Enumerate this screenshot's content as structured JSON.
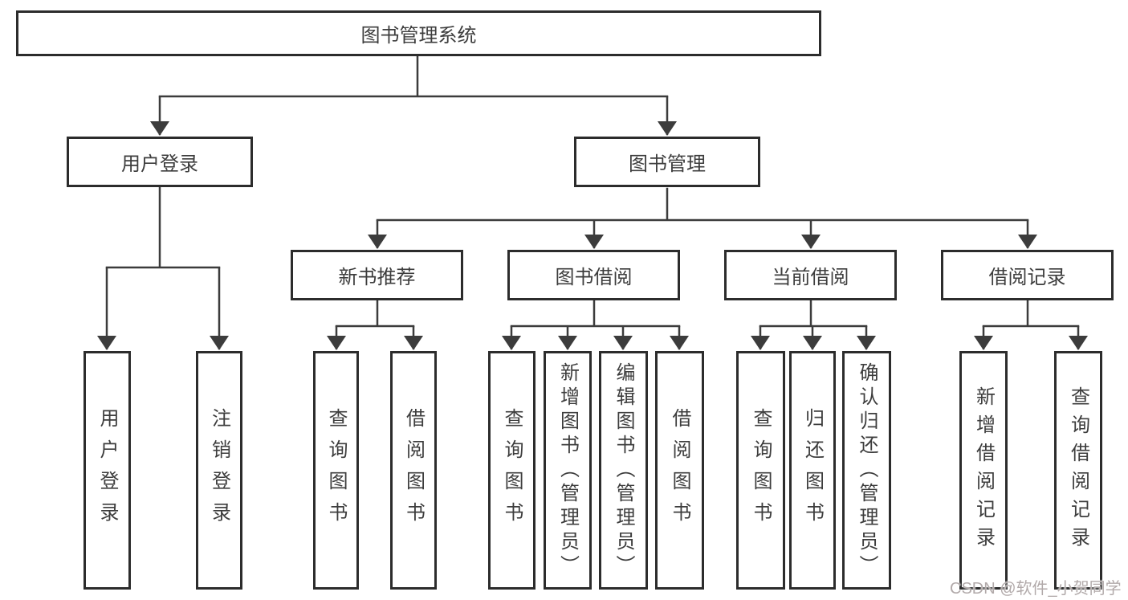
{
  "tree": {
    "root": {
      "label": "图书管理系统"
    },
    "user_login": {
      "label": "用户登录",
      "leaves": [
        {
          "label": "用户登录"
        },
        {
          "label": "注销登录"
        }
      ]
    },
    "book_management": {
      "label": "图书管理",
      "sections": [
        {
          "label": "新书推荐",
          "leaves": [
            {
              "label": "查询图书"
            },
            {
              "label": "借阅图书"
            }
          ]
        },
        {
          "label": "图书借阅",
          "leaves": [
            {
              "label": "查询图书"
            },
            {
              "label": "新增图书（管理员）"
            },
            {
              "label": "编辑图书（管理员）"
            },
            {
              "label": "借阅图书"
            }
          ]
        },
        {
          "label": "当前借阅",
          "leaves": [
            {
              "label": "查询图书"
            },
            {
              "label": "归还图书"
            },
            {
              "label": "确认归还（管理员）"
            }
          ]
        },
        {
          "label": "借阅记录",
          "leaves": [
            {
              "label": "新增借阅记录"
            },
            {
              "label": "查询借阅记录"
            }
          ]
        }
      ]
    }
  },
  "colors": {
    "line": "#3c3c3c",
    "border": "#2c2c2c",
    "text": "#3d3d3d",
    "watermark_text": "#b2aaaa"
  },
  "watermark": {
    "text": "CSDN @软件_小贺同学"
  }
}
